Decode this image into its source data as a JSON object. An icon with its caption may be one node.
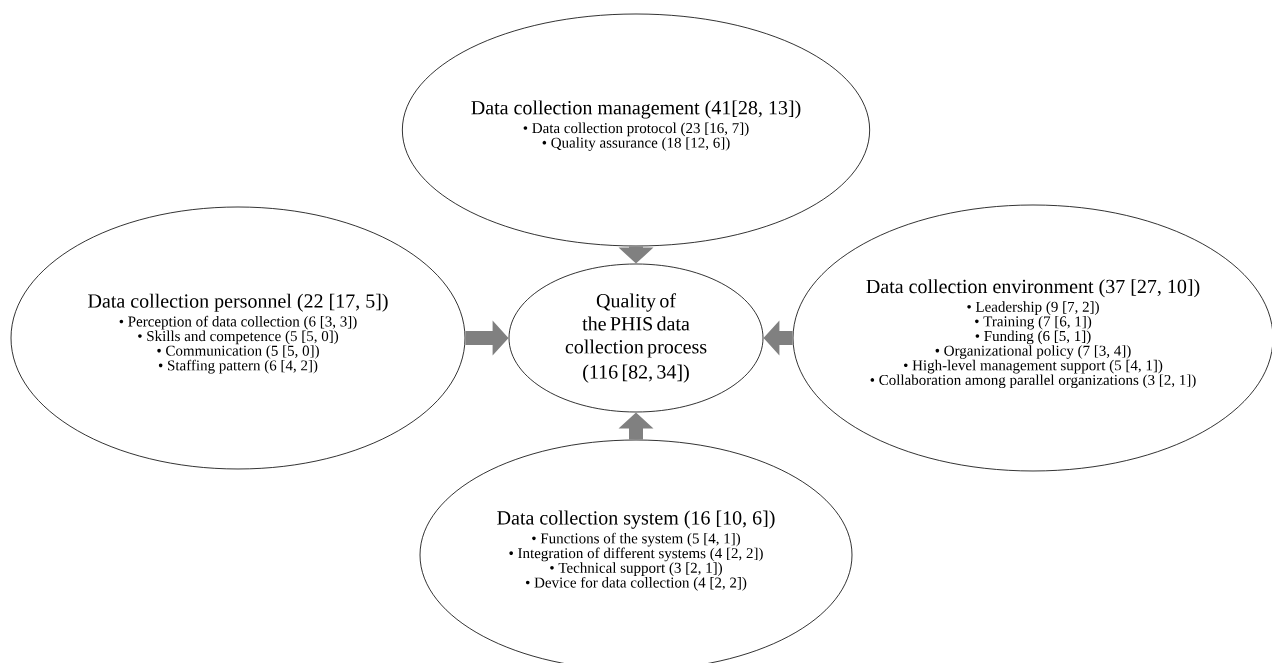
{
  "diagram": {
    "nodes": [
      {
        "text": [
          "Data collection management (41[28, 13])",
          "• Data collection protocol (23 [16, 7])",
          "• Quality assurance (18 [12, 6])"
        ]
      },
      {
        "text": [
          "Data collection personnel (22 [17, 5])",
          "• Perception of data collection (6 [3, 3])",
          "• Skills and competence (5 [5, 0])",
          "• Communication (5 [5, 0])",
          "• Staffing pattern (6 [4, 2])"
        ]
      },
      {
        "text": [
          "Quality of the PHIS data collection process",
          "(116 [82, 34])"
        ]
      },
      {
        "text": [
          "Data collection environment (37 [27, 10])",
          "• Leadership (9 [7, 2])",
          "• Training (7 [6, 1])",
          "• Funding (6 [5, 1])",
          "• Organizational policy (7 [3, 4])",
          "• High-level management support (5 [4, 1])",
          "• Collaboration among parallel organizations (3 [2, 1])"
        ]
      },
      {
        "text": [
          "Data collection system (16 [10, 6])",
          "• Functions of the system (5 [4, 1])",
          "• Integration of different systems (4 [2, 2])",
          "• Technical support (3 [2, 1])",
          "• Device for data collection (4 [2, 2])"
        ]
      }
    ],
    "edges": [
      {
        "from": 0,
        "to": 2,
        "arrow": "to"
      },
      {
        "from": 1,
        "to": 2,
        "arrow": "to"
      },
      {
        "from": 3,
        "to": 2,
        "arrow": "to"
      },
      {
        "from": 4,
        "to": 2,
        "arrow": "to"
      }
    ]
  }
}
